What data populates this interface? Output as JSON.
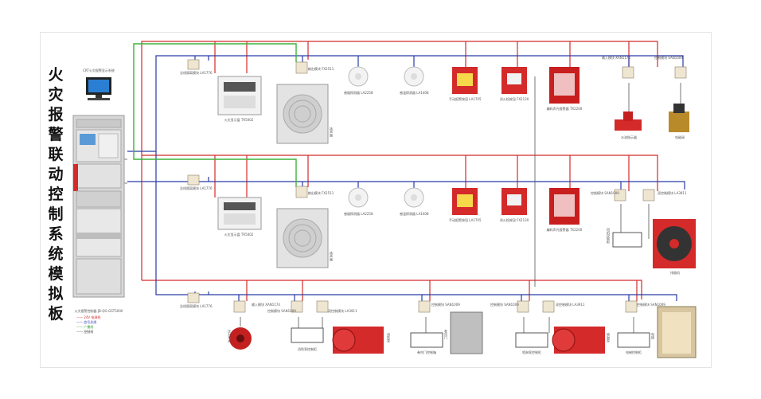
{
  "title_chars": [
    "火",
    "灾",
    "报",
    "警",
    "联",
    "动",
    "控",
    "制",
    "系",
    "统",
    "模",
    "拟",
    "板"
  ],
  "labels": {
    "computer": "CRT火灾报警显示系统",
    "cabinet": "火灾报警控制器 JB-QG-GST5000",
    "io_module_1": "总线隔离模块 LA1776",
    "io_module_2": "总线隔离模块 LA1776",
    "io_module_3": "总线隔离模块 LA1776",
    "display_1": "火灾显示盘 TR5002",
    "display_2": "火灾显示盘 TR5002",
    "speaker_box_1": "输出模块 FX2511",
    "speaker_box_2": "输出模块 FX2511",
    "speaker_1": "扬声器",
    "speaker_2": "扬声器",
    "smoke_1": "感烟探测器 LA2258",
    "smoke_2": "感烟探测器 LA2258",
    "heat_1": "感温探测器 LA1408",
    "heat_2": "感温探测器 LA1408",
    "manual_1": "手动报警按钮 LA1705",
    "manual_2": "手动报警按钮 LA1705",
    "hydrant_1": "消火栓按钮 FX2130",
    "hydrant_2": "消火栓按钮 FX2130",
    "alarm_1": "编码声光报警器 TX2200",
    "alarm_2": "编码声光报警器 TX2200",
    "input_module": "输入模块 XAN1174",
    "control_module_1": "控制模块 SAN1009",
    "flow_switch": "水流指示器",
    "valve": "电磁阀",
    "control_module_2": "控制模块 SAN1009",
    "control_module_3": "双控制模块 LA3911",
    "fan_cabinet": "风机控制柜",
    "fan": "排烟机",
    "input_module_b": "输入模块 XAN1174",
    "control_module_b1": "控制模块 SAN1009",
    "control_module_b2": "双控制模块 LA3911",
    "pump_cabinet_1": "消防泵控制柜",
    "pump_1": "消防泵",
    "pressure_switch": "压力开关",
    "control_module_b3": "控制模块 SAN1009",
    "shutter_cabinet": "卷帘门控制箱",
    "shutter": "卷帘门",
    "control_module_b4": "控制模块 SAN1009",
    "control_module_b5": "双控制模块 LA3911",
    "pump_cabinet_2": "喷淋泵控制柜",
    "pump_2": "喷淋泵",
    "control_module_b6": "控制模块 SAN1009",
    "elevator_cabinet": "电梯控制柜",
    "elevator": "电梯"
  },
  "legend": [
    {
      "text": "—— 24V 电源线",
      "color": "#d42a2a"
    },
    {
      "text": "—— 信号总线",
      "color": "#2a3aa8"
    },
    {
      "text": "—— 广播线",
      "color": "#2ea02e"
    },
    {
      "text": "—— 控制线",
      "color": "#444444"
    }
  ],
  "colors": {
    "power": "#d42a2a",
    "bus": "#2a3aa8",
    "broadcast": "#3cb43c",
    "control": "#444444"
  }
}
